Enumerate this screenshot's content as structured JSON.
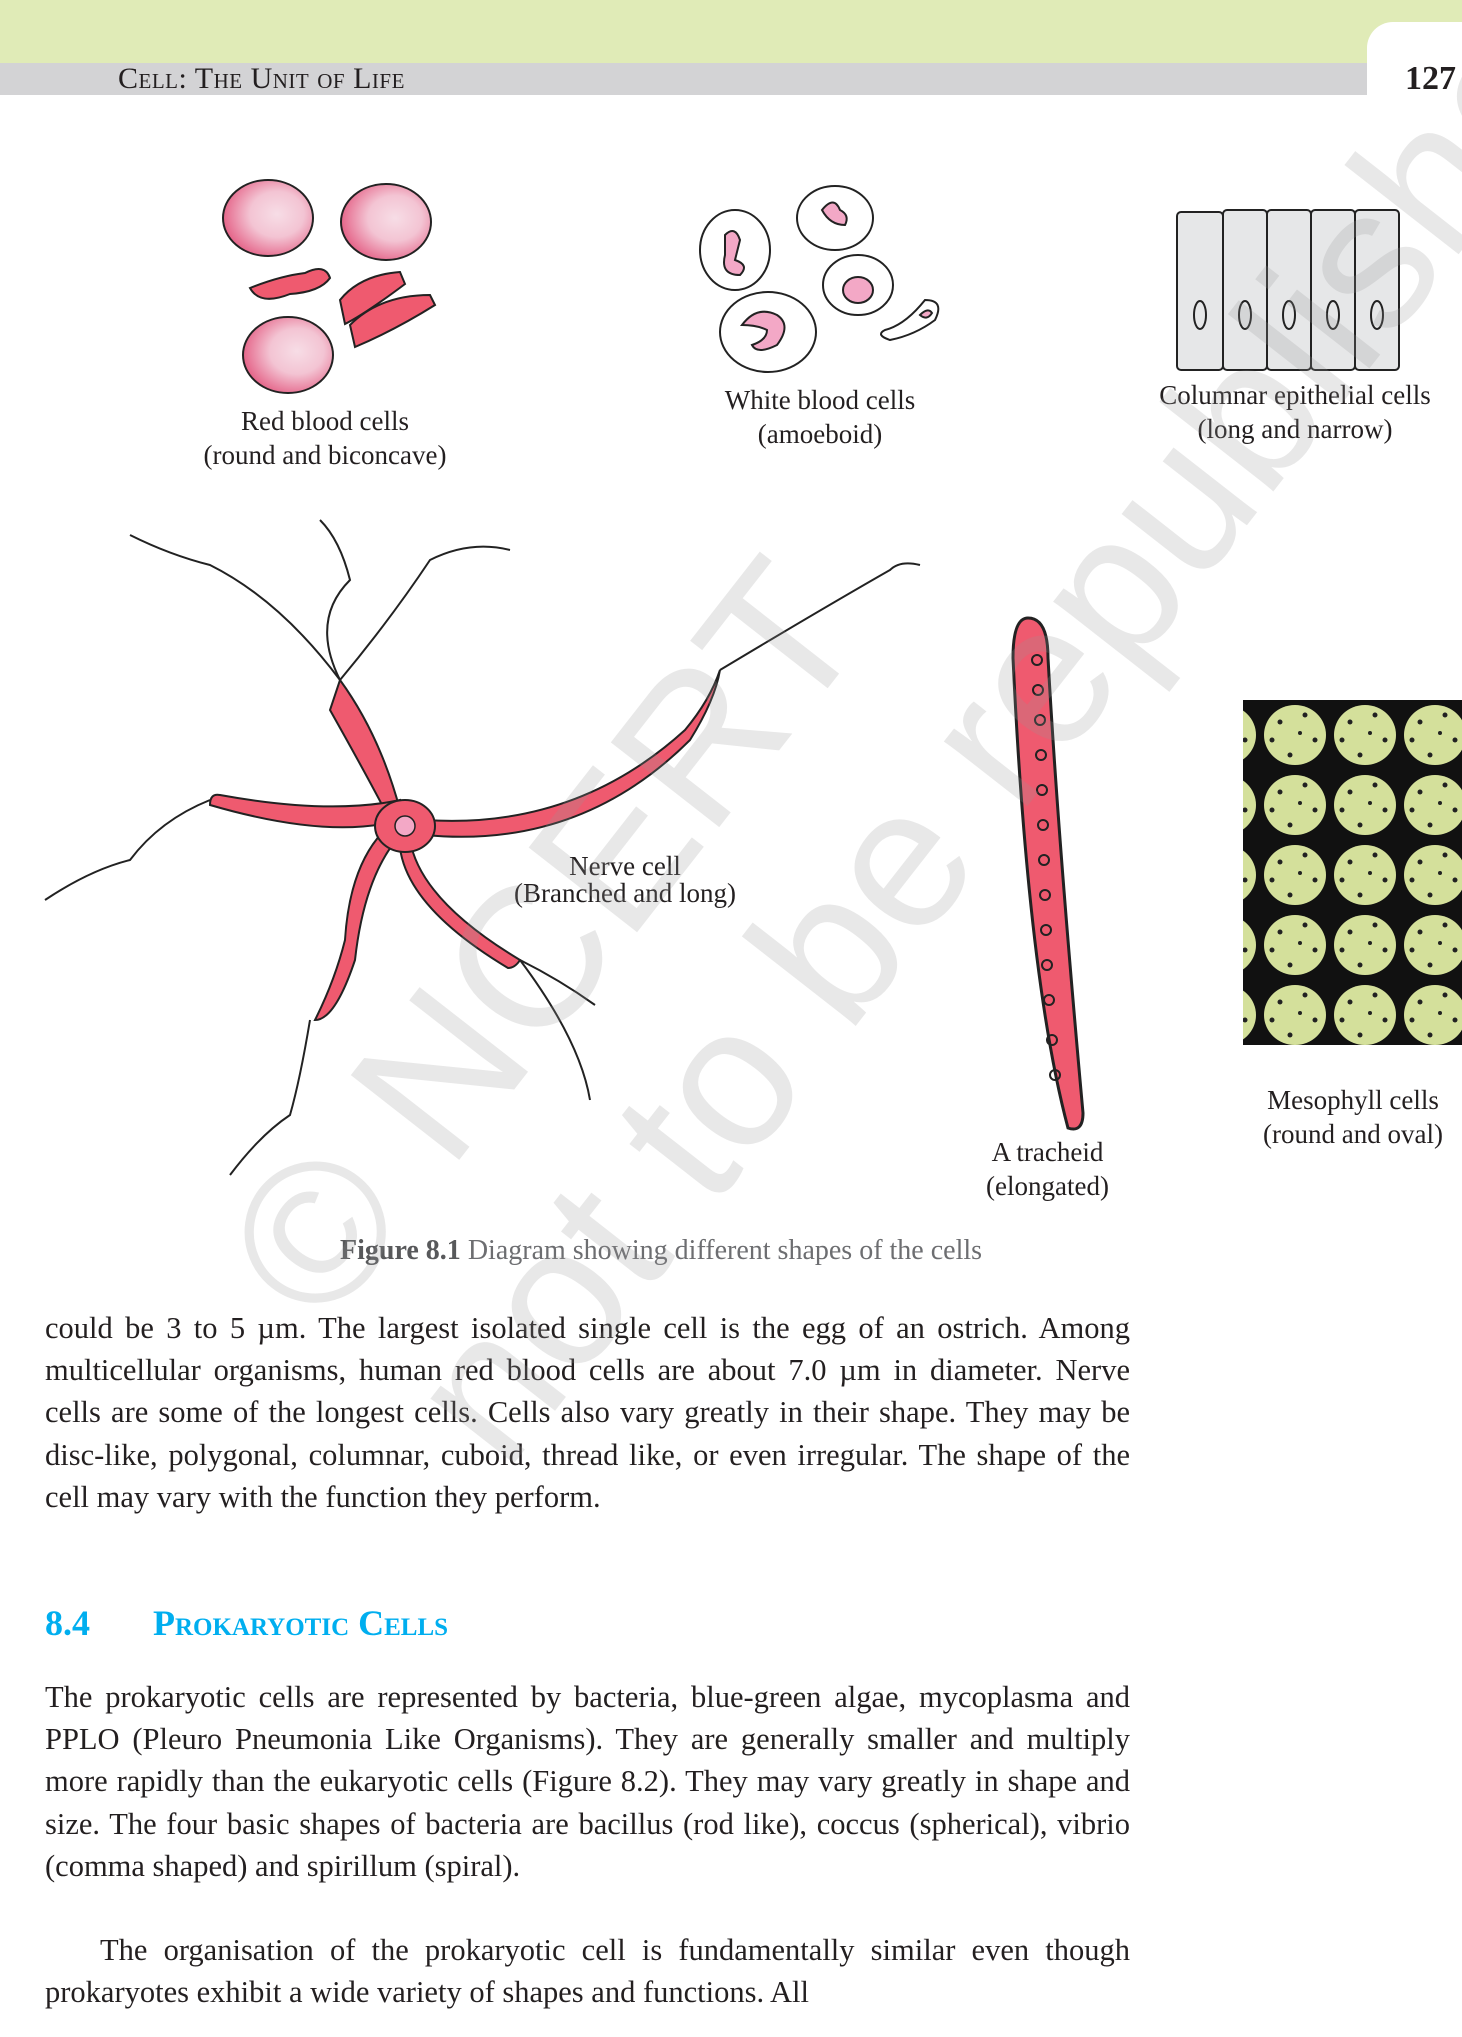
{
  "header": {
    "running_title": "Cell: The Unit of Life",
    "page_number": "127"
  },
  "figure": {
    "labels": {
      "rbc": [
        "Red blood cells",
        "(round and biconcave)"
      ],
      "wbc": [
        "White blood cells",
        "(amoeboid)"
      ],
      "columnar": [
        "Columnar epithelial cells",
        "(long and narrow)"
      ],
      "nerve": [
        "Nerve cell",
        "(Branched and long)"
      ],
      "tracheid": [
        "A tracheid",
        "(elongated)"
      ],
      "mesophyll": [
        "Mesophyll cells",
        "(round and oval)"
      ]
    },
    "caption_number": "Figure 8.1",
    "caption_text": "Diagram showing different shapes of the cells",
    "colors": {
      "rbc": "#ef5a6f",
      "wbc_nucleus": "#f3a8c6",
      "columnar": "#e6e7e8",
      "mesophyll": "#d4e09b"
    }
  },
  "body": {
    "paragraph1": "could be 3 to 5 µm. The largest isolated single cell is the egg of an ostrich. Among multicellular organisms, human red blood cells are about 7.0 µm in diameter. Nerve cells are some of the longest cells. Cells also vary greatly in their shape. They may be disc-like, polygonal, columnar, cuboid, thread like, or even irregular. The shape of the cell may vary with the function they perform.",
    "section_number": "8.4",
    "section_title": "Prokaryotic Cells",
    "paragraph2": "The prokaryotic cells are represented by bacteria, blue-green algae, mycoplasma and PPLO (Pleuro Pneumonia Like Organisms). They are generally smaller and multiply more rapidly than the eukaryotic cells (Figure 8.2). They may vary greatly in shape and size. The four basic shapes of bacteria are bacillus (rod like), coccus (spherical), vibrio (comma shaped) and spirillum (spiral).",
    "paragraph3": "The organisation of the prokaryotic cell is fundamentally similar even though prokaryotes exhibit a wide variety of shapes and functions. All"
  },
  "watermark": [
    "© NCERT",
    "not to be republished"
  ]
}
